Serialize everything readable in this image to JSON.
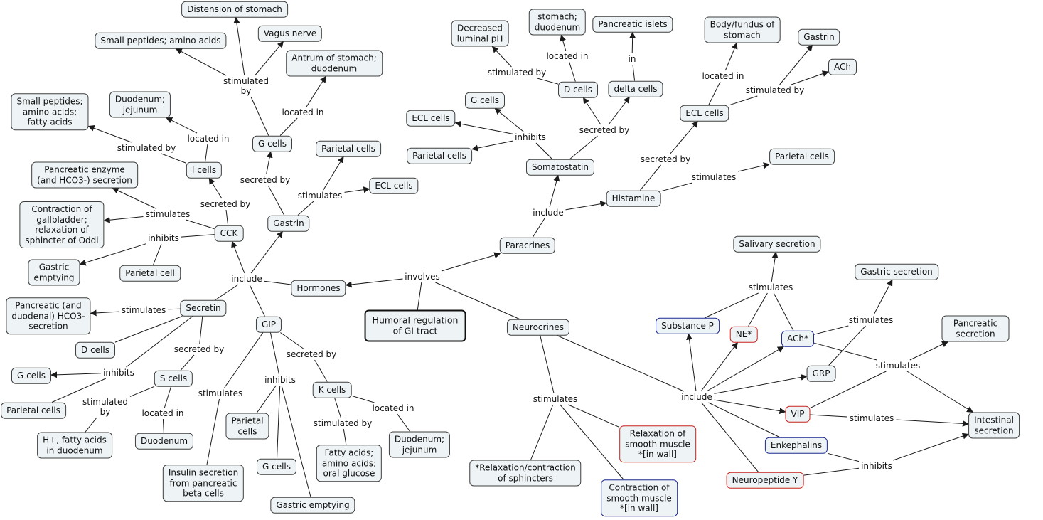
{
  "nodes": {
    "root": "Humoral regulation\nof GI tract",
    "hormones": "Hormones",
    "paracrines": "Paracrines",
    "neurocrines": "Neurocrines",
    "gastrin": "Gastrin",
    "cck": "CCK",
    "secretin": "Secretin",
    "gip": "GIP",
    "g_cells_gastrin": "G cells",
    "antrum_duodenum": "Antrum of stomach;\nduodenum",
    "vagus_nerve": "Vagus nerve",
    "distension_stomach": "Distension of stomach",
    "small_peptides_aa": "Small peptides; amino acids",
    "parietal_cells_gastrin": "Parietal cells",
    "ecl_cells_gastrin": "ECL cells",
    "i_cells": "I cells",
    "duodenum_jejunum_i": "Duodenum;\njejunum",
    "small_peptides_aa_fa": "Small peptides;\namino acids;\nfatty acids",
    "pancreatic_enzyme": "Pancreatic enzyme\n(and HCO3-) secretion",
    "gallbladder": "Contraction of\ngallbladder;\nrelaxation of\nsphincter of Oddi",
    "gastric_emptying_cck": "Gastric\nemptying",
    "parietal_cell_cck": "Parietal cell",
    "pancreatic_hco3": "Pancreatic (and\nduodenal) HCO3-\nsecretion",
    "d_cells_secretin": "D cells",
    "g_cells_secretin": "G cells",
    "parietal_cells_secretin": "Parietal cells",
    "s_cells": "S cells",
    "h_fatty_acids": "H+, fatty acids\nin duodenum",
    "duodenum_s": "Duodenum",
    "insulin_secretion": "Insulin secretion\nfrom pancreatic\nbeta cells",
    "parietal_cells_gip": "Parietal\ncells",
    "g_cells_gip": "G cells",
    "gastric_emptying_gip": "Gastric emptying",
    "k_cells": "K cells",
    "fatty_acids_glucose": "Fatty acids;\namino acids;\noral glucose",
    "duodenum_jejunum_k": "Duodenum;\njejunum",
    "somatostatin": "Somatostatin",
    "histamine": "Histamine",
    "g_cells_soma": "G cells",
    "ecl_cells_soma": "ECL cells",
    "parietal_cells_soma": "Parietal cells",
    "d_cells": "D cells",
    "delta_cells": "delta cells",
    "decreased_ph": "Decreased\nluminal pH",
    "stomach_duodenum": "stomach;\nduodenum",
    "pancreatic_islets": "Pancreatic islets",
    "ecl_cells_hist": "ECL cells",
    "body_fundus": "Body/fundus of\nstomach",
    "gastrin_hist": "Gastrin",
    "ach_hist": "ACh",
    "parietal_cells_hist": "Parietal cells",
    "substance_p": "Substance P",
    "ne": "NE*",
    "ach_neuro": "ACh*",
    "grp": "GRP",
    "vip": "VIP",
    "enkephalins": "Enkephalins",
    "neuropeptide_y": "Neuropeptide Y",
    "salivary_secretion": "Salivary secretion",
    "gastric_secretion": "Gastric secretion",
    "pancreatic_secretion": "Pancreatic secretion",
    "intestinal_secretion": "Intestinal secretion",
    "relaxation_smooth": "Relaxation of\nsmooth muscle\n*[in wall]",
    "contraction_smooth": "Contraction of\nsmooth muscle\n*[in wall]",
    "sphincters": "*Relaxation/contraction\nof sphincters"
  },
  "links": {
    "involves": "involves",
    "include_hormones": "include",
    "include_paracrines": "include",
    "include_neurocrines": "include",
    "secreted_by_gastrin": "secreted by",
    "located_in_g": "located in",
    "stimulated_by_g": "stimulated\nby",
    "stimulates_gastrin": "stimulates",
    "secreted_by_cck": "secreted by",
    "located_in_i": "located in",
    "stimulated_by_i": "stimulated by",
    "stimulates_cck": "stimulates",
    "inhibits_cck": "inhibits",
    "stimulates_secretin": "stimulates",
    "inhibits_secretin": "inhibits",
    "secreted_by_secretin": "secreted by",
    "stimulated_by_s": "stimulated\nby",
    "located_in_s": "located in",
    "stimulates_gip": "stimulates",
    "inhibits_gip": "inhibits",
    "secreted_by_gip": "secreted by",
    "stimulated_by_k": "stimulated by",
    "located_in_k": "located in",
    "inhibits_soma": "inhibits",
    "secreted_by_soma": "secreted by",
    "stimulated_by_d": "stimulated by",
    "located_in_d": "located in",
    "in_delta": "in",
    "secreted_by_hist": "secreted by",
    "located_in_ecl": "located in",
    "stimulated_by_ecl": "stimulated by",
    "stimulates_hist": "stimulates",
    "stimulates_neuro": "stimulates",
    "stimulates_sp": "stimulates",
    "stimulates_ach": "stimulates",
    "stimulates_pancreatic": "stimulates",
    "stimulates_vip": "stimulates",
    "inhibits_neuro": "inhibits"
  },
  "colors": {
    "node_fill": "#eef3f5",
    "node_border": "#3f3f3f",
    "red_border": "#c8231e",
    "blue_border": "#1c2a93",
    "line": "#1a1a1a"
  }
}
